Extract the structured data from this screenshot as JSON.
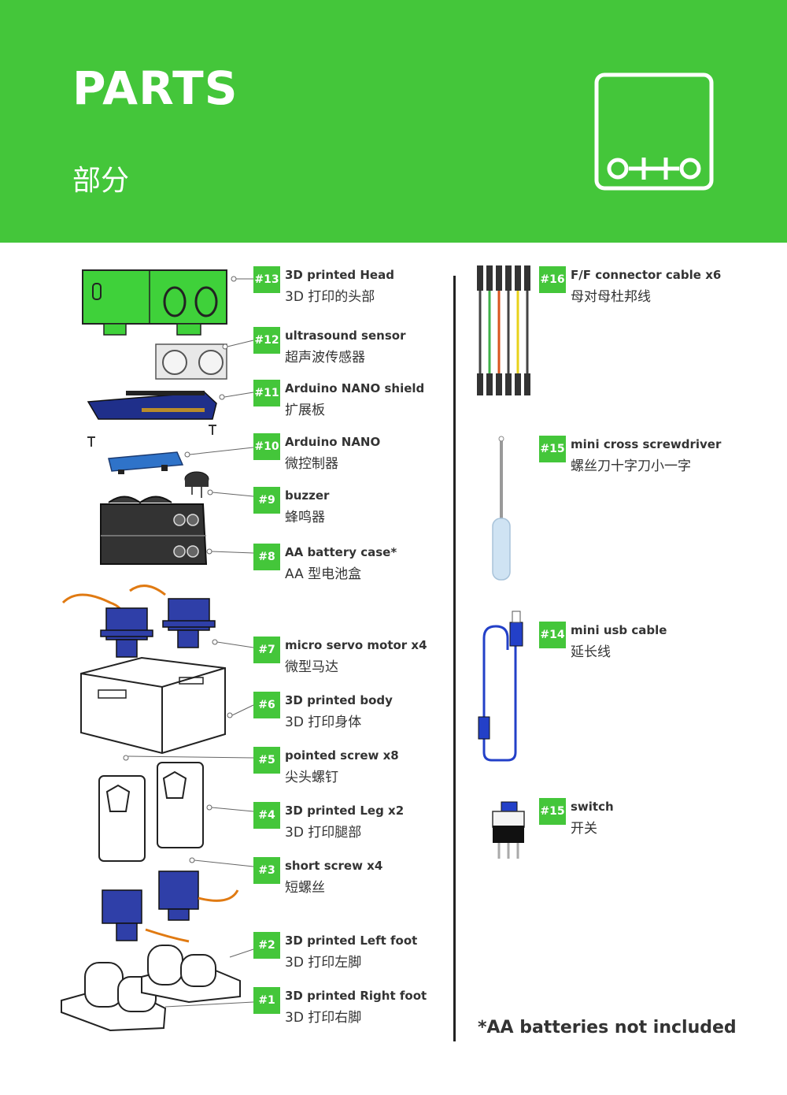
{
  "header": {
    "title": "PARTS",
    "subtitle": "部分",
    "logo_text": "o++o",
    "bg_color": "#44c63a"
  },
  "left_parts": [
    {
      "tag": "#13",
      "en": "3D printed Head",
      "zh": "3D 打印的头部"
    },
    {
      "tag": "#12",
      "en": "ultrasound sensor",
      "zh": "超声波传感器"
    },
    {
      "tag": "#11",
      "en": "Arduino NANO shield",
      "zh": "扩展板"
    },
    {
      "tag": "#10",
      "en": "Arduino NANO",
      "zh": "微控制器"
    },
    {
      "tag": "#9",
      "en": "buzzer",
      "zh": "蜂鸣器"
    },
    {
      "tag": "#8",
      "en": "AA battery case*",
      "zh": "AA 型电池盒"
    },
    {
      "tag": "#7",
      "en": "micro servo motor x4",
      "zh": "微型马达"
    },
    {
      "tag": "#6",
      "en": "3D printed body",
      "zh": "3D 打印身体"
    },
    {
      "tag": "#5",
      "en": "pointed screw x8",
      "zh": "尖头螺钉"
    },
    {
      "tag": "#4",
      "en": "3D printed Leg x2",
      "zh": "3D 打印腿部"
    },
    {
      "tag": "#3",
      "en": "short screw x4",
      "zh": "短螺丝"
    },
    {
      "tag": "#2",
      "en": "3D printed Left foot",
      "zh": "3D  打印左脚"
    },
    {
      "tag": "#1",
      "en": "3D printed Right foot",
      "zh": "3D 打印右脚"
    }
  ],
  "right_parts": [
    {
      "tag": "#16",
      "en": "F/F connector cable x6",
      "zh": "母对母杜邦线"
    },
    {
      "tag": "#15",
      "en": "mini cross screwdriver",
      "zh": "螺丝刀十字刀小一字"
    },
    {
      "tag": "#14",
      "en": "mini usb cable",
      "zh": "延长线"
    },
    {
      "tag": "#15",
      "en": "switch",
      "zh": "开关"
    }
  ],
  "footnote": "*AA batteries not included",
  "colors": {
    "accent_green": "#44c63a",
    "part_green": "#3fd13a",
    "servo_blue": "#2f3fa8",
    "board_blue": "#1f2f8a",
    "text": "#333333"
  }
}
